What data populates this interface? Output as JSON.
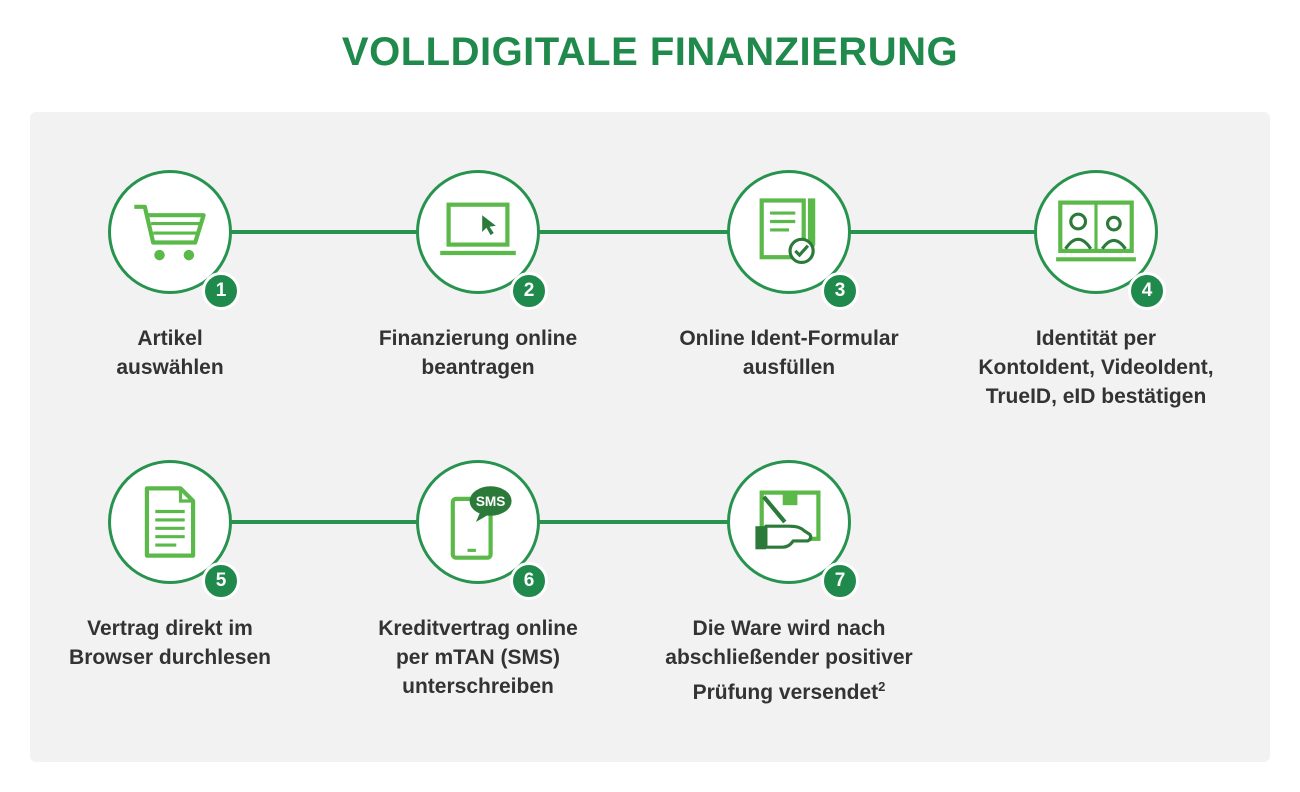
{
  "title": "VOLLDIGITALE FINANZIERUNG",
  "colors": {
    "accent": "#1f8a4c",
    "icon": "#5bb94a",
    "panel": "#f2f2f2"
  },
  "steps": [
    {
      "number": "1",
      "label": "Artikel\nauswählen",
      "icon": "shopping-cart-icon"
    },
    {
      "number": "2",
      "label": "Finanzierung online\nbeantragen",
      "icon": "laptop-cursor-icon"
    },
    {
      "number": "3",
      "label": "Online Ident-Formular\nausfüllen",
      "icon": "form-pen-check-icon"
    },
    {
      "number": "4",
      "label": "Identität per\nKontoIdent, VideoIdent,\nTrueID, eID bestätigen",
      "icon": "video-call-icon"
    },
    {
      "number": "5",
      "label": "Vertrag direkt im\nBrowser durchlesen",
      "icon": "document-icon"
    },
    {
      "number": "6",
      "label": "Kreditvertrag online\nper mTAN (SMS)\nunterschreiben",
      "icon": "phone-sms-icon"
    },
    {
      "number": "7",
      "label": "Die Ware wird nach\nabschließender positiver\nPrüfung versendet",
      "footnote": "2",
      "icon": "parcel-hand-icon"
    }
  ]
}
